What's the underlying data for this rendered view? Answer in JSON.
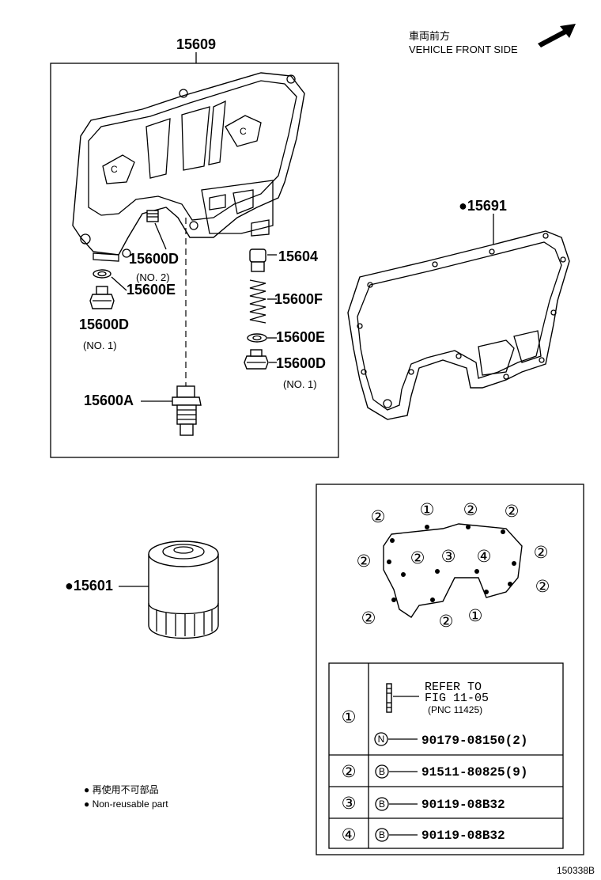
{
  "direction": {
    "label_jp": "車両前方",
    "label_en": "VEHICLE FRONT SIDE",
    "icon": "arrow-icon"
  },
  "top_box": {
    "title": "15609",
    "parts": {
      "p15600D_no2": "15600D",
      "p15600D_no2_sub": "(NO. 2)",
      "p15600E_left": "15600E",
      "p15600D_left": "15600D",
      "p15600D_left_sub": "(NO. 1)",
      "p15600A": "15600A",
      "p15604": "15604",
      "p15600F": "15600F",
      "p15600E_right": "15600E",
      "p15600D_right": "15600D",
      "p15600D_right_sub": "(NO. 1)"
    }
  },
  "gasket": {
    "label": "●15691"
  },
  "filter": {
    "label": "●15601"
  },
  "bolt_diagram": {
    "markers": [
      "②",
      "①",
      "②",
      "②",
      "②",
      "②",
      "③",
      "④",
      "②",
      "②",
      "②",
      "②",
      "①"
    ]
  },
  "table": {
    "rows": [
      {
        "idx": "①",
        "lines": [
          "REFER TO",
          "FIG 11-05",
          "(PNC 11425)"
        ],
        "icon": "N",
        "part": "90179-08150(2)"
      },
      {
        "idx": "②",
        "icon": "B",
        "part": "91511-80825(9)"
      },
      {
        "idx": "③",
        "icon": "B",
        "part": "90119-08B32"
      },
      {
        "idx": "④",
        "icon": "B",
        "part": "90119-08B32"
      }
    ]
  },
  "legend": {
    "jp": "● 再使用不可部品",
    "en": "● Non-reusable part"
  },
  "figure_id": "150338B"
}
